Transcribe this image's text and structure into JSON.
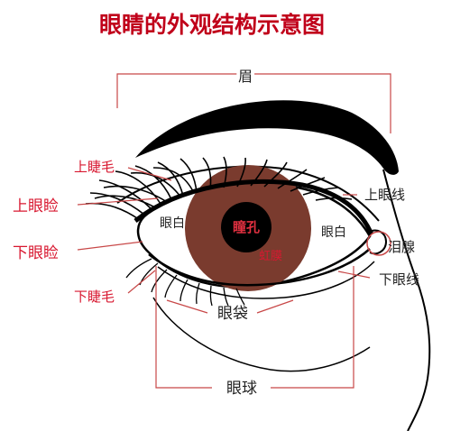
{
  "title": "眼睛的外观结构示意图",
  "labels": {
    "eyebrow": "眉",
    "upper_eyelash": "上睫毛",
    "upper_eyelid": "上眼睑",
    "lower_eyelid": "下眼睑",
    "lower_eyelash": "下睫毛",
    "upper_lid_line": "上眼线",
    "lacrimal_gland": "泪腺",
    "lower_lid_line": "下眼线",
    "sclera_left": "眼白",
    "sclera_right": "眼白",
    "pupil": "瞳孔",
    "iris": "虹膜",
    "eye_bag": "眼袋",
    "eyeball": "眼球"
  },
  "colors": {
    "title": "#c0001a",
    "label_red": "#d81830",
    "label_dark": "#222222",
    "leader": "#c84848",
    "iris": "#7a3b2e",
    "pupil": "#000000",
    "outline": "#000000"
  }
}
